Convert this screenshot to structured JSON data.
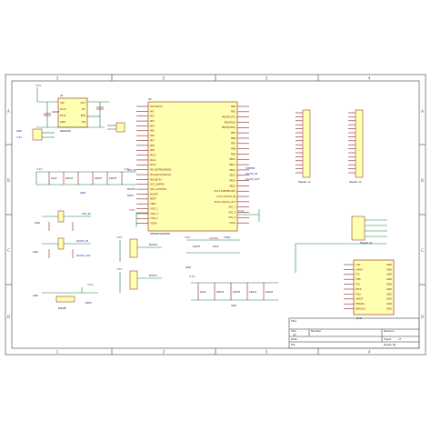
{
  "zones": {
    "top": [
      "1",
      "2",
      "3",
      "4"
    ],
    "side": [
      "A",
      "B",
      "C",
      "D"
    ]
  },
  "regulator": {
    "ref": "U1",
    "part": "RA02100",
    "pins_left": [
      "VIN",
      "Enab",
      "Enab",
      "GND"
    ],
    "pins_right": [
      "OUT",
      "NC",
      "ERR",
      "VIN"
    ],
    "supply": "3.3V"
  },
  "mcu": {
    "ref": "U4",
    "part": "STM32F103C8T6",
    "pins_left": [
      "PA0-WKUP",
      "PA1",
      "PA2",
      "PA3",
      "PA4",
      "PA5",
      "PA6",
      "PA7",
      "PA8",
      "PA9",
      "PA10",
      "PA11",
      "PA12",
      "PA13/JTMS/SWDIO",
      "PA14/JTCK/SWCLK",
      "PA15/JTDI",
      "OSC_IN/PD0",
      "OSC_OUT/PD1",
      "BOOT0",
      "NRST",
      "VBAT",
      "VDD_1",
      "VDD_2",
      "VDD_3",
      "VDDA"
    ],
    "pins_right": [
      "PB0",
      "PB1",
      "PB2/BOOT1",
      "PB3/JTDO",
      "PB4/NJTRST",
      "PB5",
      "PB6",
      "PB7",
      "PB8",
      "PB9",
      "PB10",
      "PB11",
      "PB12",
      "PB13",
      "PB14",
      "PB15",
      "PC13-TAMPER-RTC",
      "PC14-OSC32_IN",
      "PC15-OSC32_OUT",
      "VSS_1",
      "VSS_2",
      "VSS_3",
      "VSSA"
    ],
    "nets_right": [
      "TAMPER",
      "OSC32_IN",
      "OSC32_OUT"
    ]
  },
  "headers": {
    "left_label": "Header 1x",
    "right_label": "Header 1x",
    "swd_label": "Header 2x"
  },
  "jtag": {
    "label": "JTAG",
    "pins": [
      "Vref",
      "nTRST",
      "TDI",
      "TMS",
      "TCK",
      "RTCK",
      "TDO",
      "nSRST",
      "DBGRQ",
      "DBGACK"
    ],
    "gnd": [
      "GND",
      "GND",
      "GND",
      "GND",
      "GND",
      "GND",
      "GND",
      "GND",
      "GND",
      "GND"
    ]
  },
  "crystals": {
    "y1": "OSC_IN",
    "y2": "OSC32_IN",
    "y2_out": "OSC32_OUT"
  },
  "reset": {
    "label": "NRST",
    "sw": "SW-PB"
  },
  "boot": {
    "label": "BOOT0",
    "label2": "BOOT1"
  },
  "power": {
    "vdd": "3.3V",
    "vdda": "VDDA",
    "gnd": "GND",
    "cap": "100nF",
    "cap2": "10uF"
  },
  "title_block": {
    "title_label": "Title",
    "size_label": "Size",
    "size": "A4",
    "number_label": "Number",
    "revision_label": "Revision",
    "date_label": "Date",
    "file_label": "File",
    "sheet_label": "Sheet",
    "of_label": "of",
    "drawn_label": "Drawn By"
  }
}
